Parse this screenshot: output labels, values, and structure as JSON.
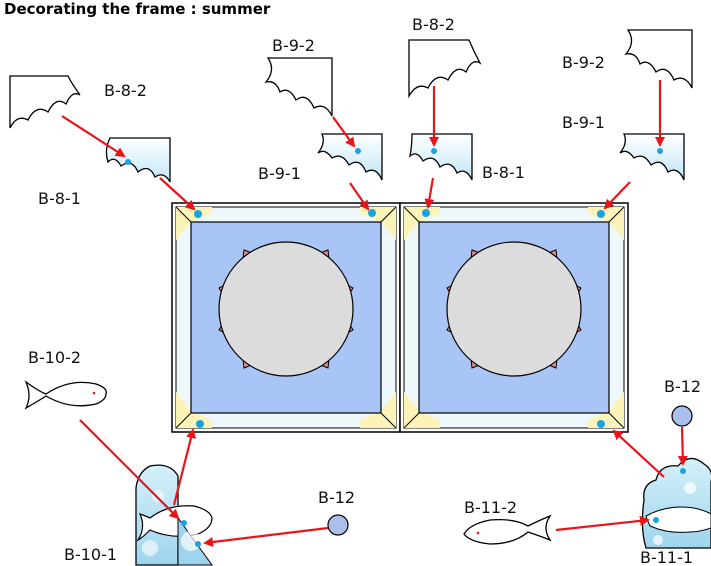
{
  "title": "Decorating the frame : summer",
  "labels": {
    "b8_2_left": "B-8-2",
    "b8_1_left": "B-8-1",
    "b9_2_mid": "B-9-2",
    "b9_1_mid": "B-9-1",
    "b8_2_mid": "B-8-2",
    "b8_1_mid": "B-8-1",
    "b9_2_right": "B-9-2",
    "b9_1_right": "B-9-1",
    "b10_2": "B-10-2",
    "b10_1": "B-10-1",
    "b12_left": "B-12",
    "b12_right": "B-12",
    "b11_2": "B-11-2",
    "b11_1": "B-11-1"
  },
  "colors": {
    "arrow": "#e8141a",
    "frame_border": "#eef8fb",
    "frame_inner": "#a9c5f5",
    "star": "#f0898a",
    "circle": "#dcdcdc",
    "corner_yellow": "#fbf3b8",
    "pin_dot": "#1aa3e0",
    "sky_piece": "#cfeef8"
  }
}
